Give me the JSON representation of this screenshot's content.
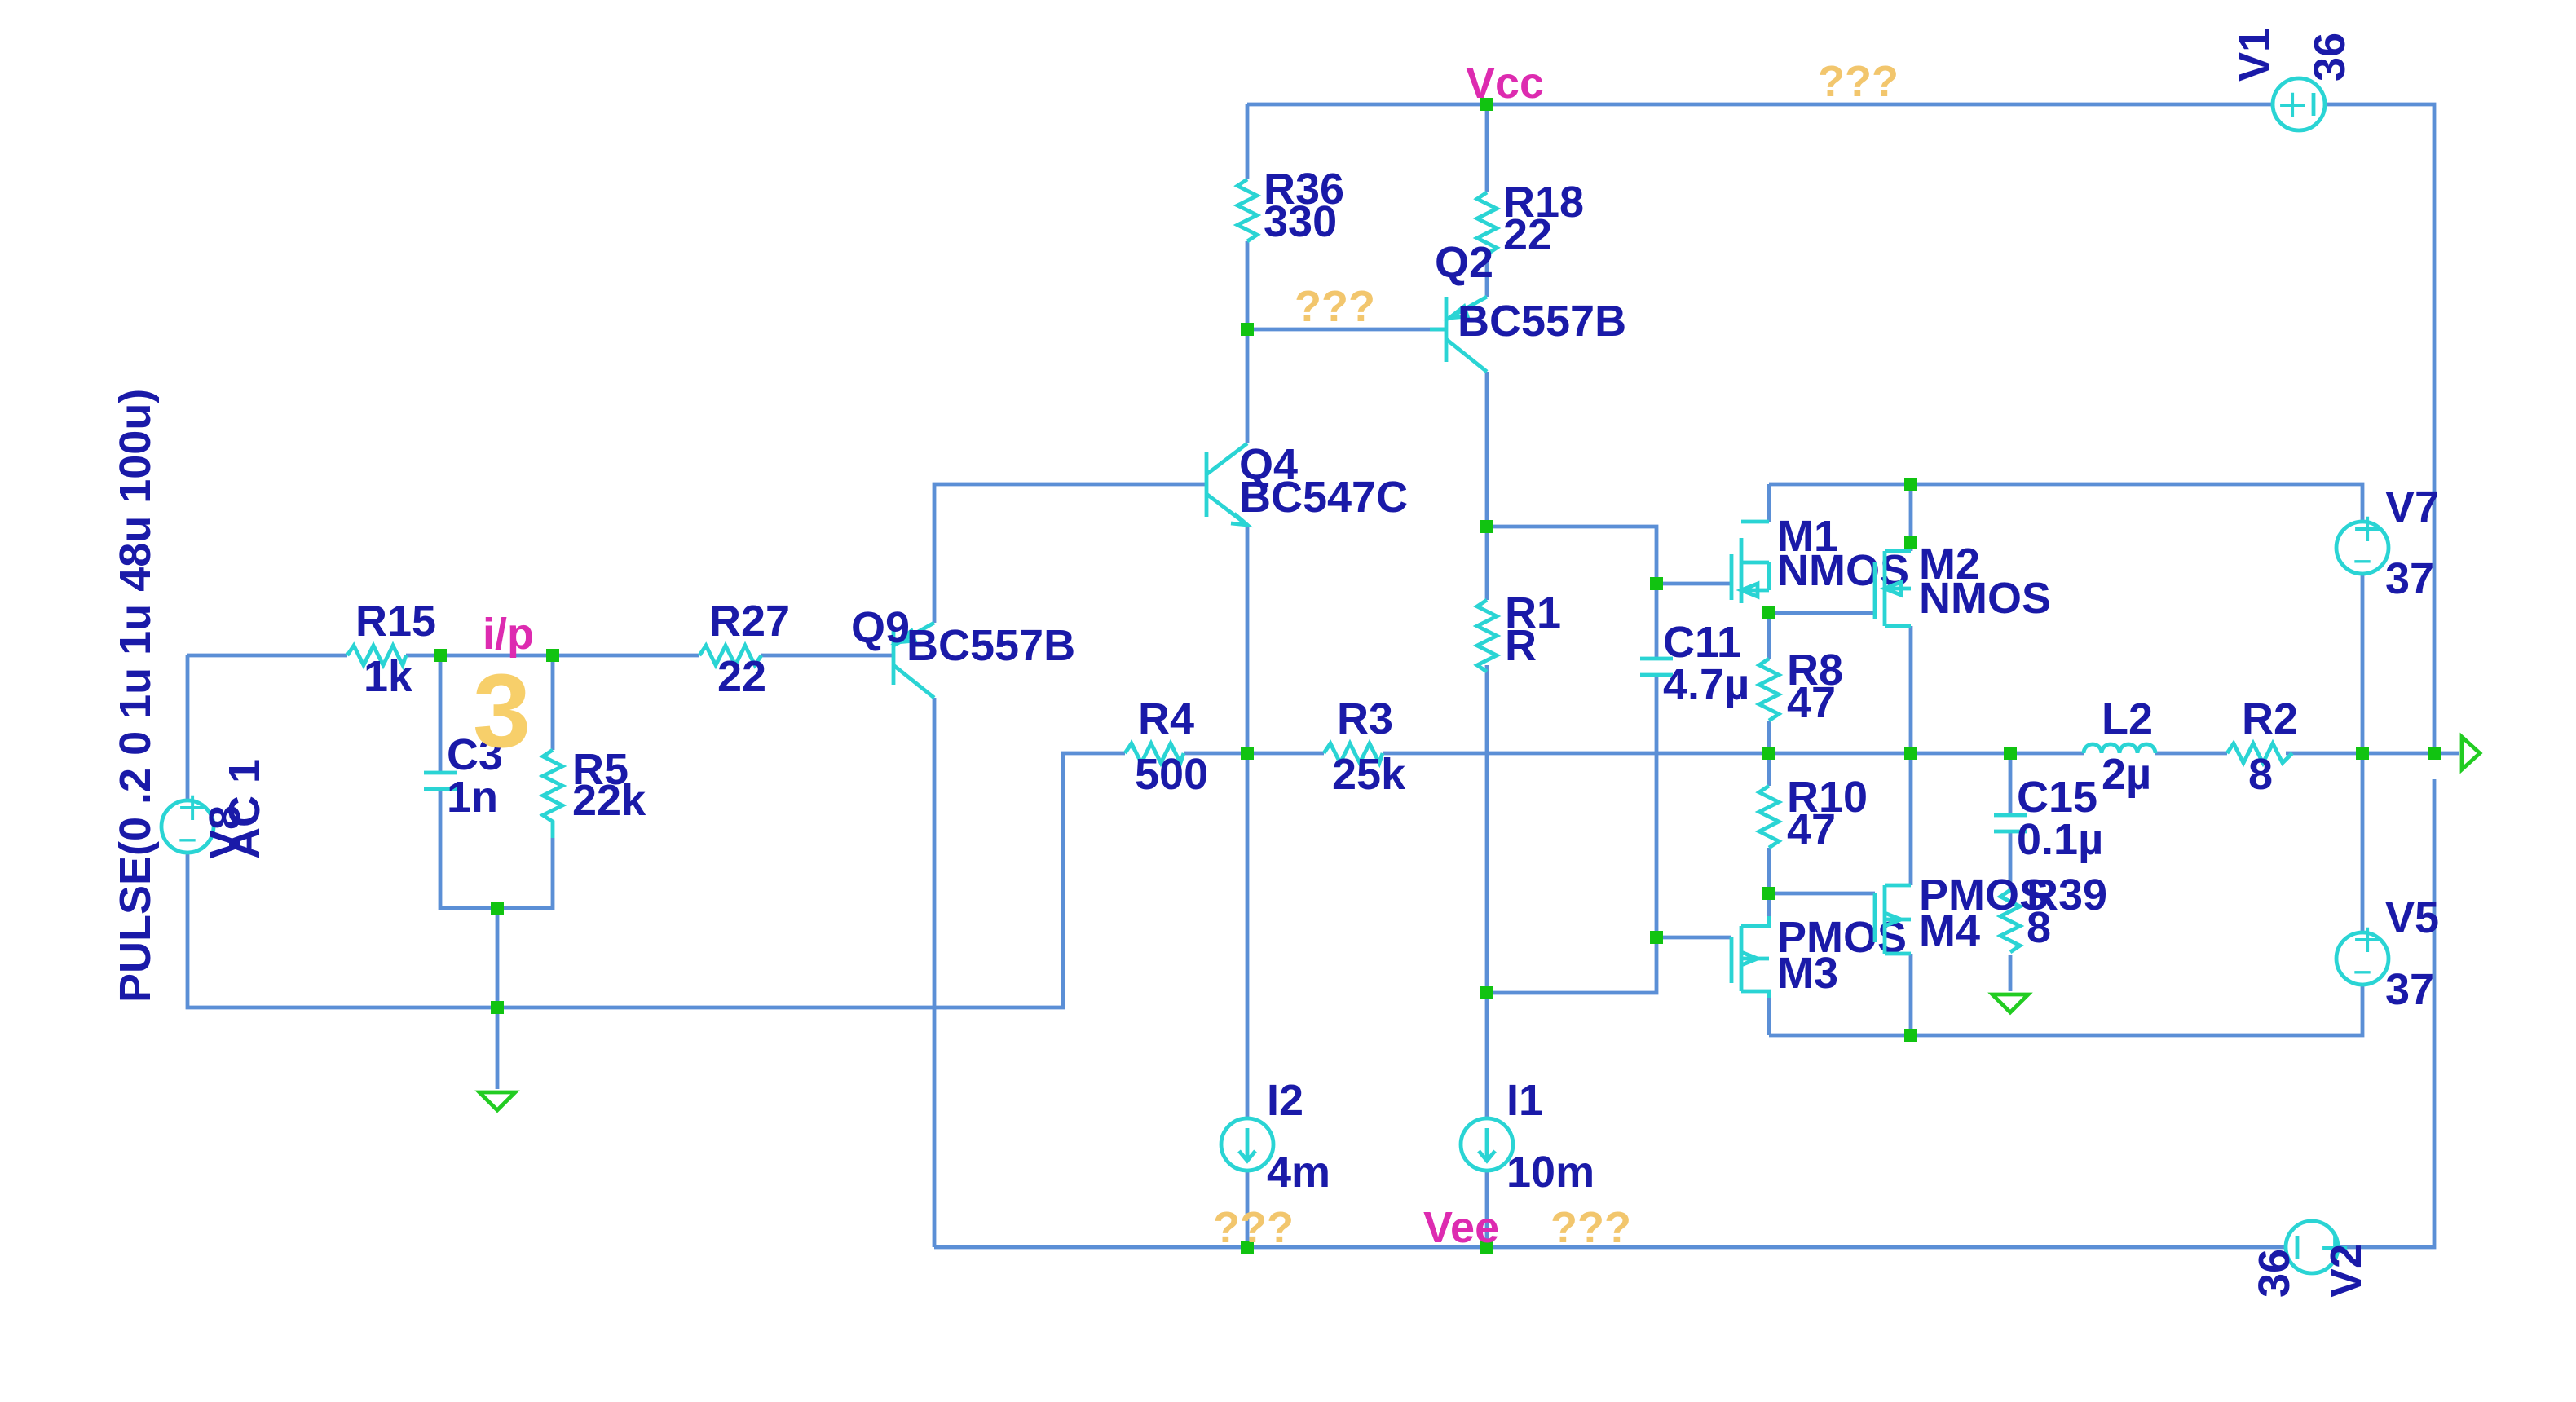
{
  "nets": {
    "vcc": "Vcc",
    "vee": "Vee",
    "ip": "i/p"
  },
  "unknown": "???",
  "page_marker": "3",
  "parts": {
    "R15": {
      "ref": "R15",
      "value": "1k"
    },
    "R27": {
      "ref": "R27",
      "value": "22"
    },
    "R5": {
      "ref": "R5",
      "value": "22k"
    },
    "C3": {
      "ref": "C3",
      "value": "1n"
    },
    "V8": {
      "ref": "V8",
      "value": "AC 1",
      "extra": "PULSE(0 .2 0 1u 1u 48u 100u)"
    },
    "R36": {
      "ref": "R36",
      "value": "330"
    },
    "R18": {
      "ref": "R18",
      "value": "22"
    },
    "Q2": {
      "ref": "Q2",
      "value": "BC557B"
    },
    "Q4": {
      "ref": "Q4",
      "value": "BC547C"
    },
    "Q9": {
      "ref": "Q9",
      "value": "BC557B"
    },
    "R4": {
      "ref": "R4",
      "value": "500"
    },
    "R3": {
      "ref": "R3",
      "value": "25k"
    },
    "R1": {
      "ref": "R1",
      "value": "R"
    },
    "C11": {
      "ref": "C11",
      "value": "4.7µ"
    },
    "M1": {
      "ref": "M1",
      "value": "NMOS"
    },
    "M2": {
      "ref": "M2",
      "value": "NMOS"
    },
    "M3": {
      "ref": "M3",
      "value": "PMOS"
    },
    "M4": {
      "ref": "M4",
      "value": "PMOS"
    },
    "R8": {
      "ref": "R8",
      "value": "47"
    },
    "R10": {
      "ref": "R10",
      "value": "47"
    },
    "L2": {
      "ref": "L2",
      "value": "2µ"
    },
    "R2": {
      "ref": "R2",
      "value": "8"
    },
    "C15": {
      "ref": "C15",
      "value": "0.1µ"
    },
    "R39": {
      "ref": "R39",
      "value": "8"
    },
    "V1": {
      "ref": "V1",
      "value": "36"
    },
    "V2": {
      "ref": "V2",
      "value": "36"
    },
    "V7": {
      "ref": "V7",
      "value": "37"
    },
    "V5": {
      "ref": "V5",
      "value": "37"
    },
    "I1": {
      "ref": "I1",
      "value": "10m"
    },
    "I2": {
      "ref": "I2",
      "value": "4m"
    }
  },
  "colors": {
    "wire": "#5b8fd6",
    "component": "#2ad4d4",
    "junction": "#11c311",
    "label": "#1a1aa8",
    "net_label": "#dd2bb0",
    "unknown": "#f2c66d"
  }
}
